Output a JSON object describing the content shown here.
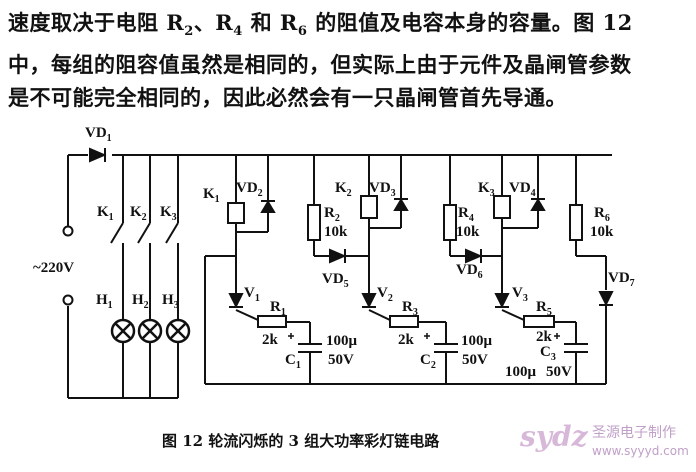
{
  "text": {
    "line1_a": "速度取决于电阻 R",
    "line1_b": "2",
    "line1_c": "、R",
    "line1_d": "4",
    "line1_e": " 和 R",
    "line1_f": "6",
    "line1_g": " 的阻值及电容本身的容量。图 12",
    "line2": "中，每组的阻容值虽然是相同的，但实际上由于元件及晶闸管参数",
    "line3": "是不可能完全相同的，因此必然会有一只晶闸管首先导通。"
  },
  "caption": "图 12   轮流闪烁的 3 组大功率彩灯链电路",
  "watermark": {
    "logo": "sydz",
    "line1": "圣源电子制作",
    "line2": "www.syyyd.com"
  },
  "labels": {
    "vd1": "VD",
    "vd1s": "1",
    "k1": "K",
    "k1s": "1",
    "k2": "K",
    "k2s": "2",
    "k3": "K",
    "k3s": "3",
    "ac": "~220V",
    "h1": "H",
    "h1s": "1",
    "h2": "H",
    "h2s": "2",
    "h3": "H",
    "h3s": "3",
    "relay1": "K",
    "relay1s": "1",
    "vd2": "VD",
    "vd2s": "2",
    "v1": "V",
    "v1s": "1",
    "r1": "R",
    "r1s": "1",
    "r1v": "2k",
    "c1v": "100μ",
    "c1": "C",
    "c1s": "1",
    "c1volt": "50V",
    "relay2": "K",
    "relay2s": "2",
    "vd3": "VD",
    "vd3s": "3",
    "r2": "R",
    "r2s": "2",
    "r2v": "10k",
    "vd5": "VD",
    "vd5s": "5",
    "v2": "V",
    "v2s": "2",
    "r3": "R",
    "r3s": "3",
    "r3v": "2k",
    "c2v": "100μ",
    "c2": "C",
    "c2s": "2",
    "c2volt": "50V",
    "r4": "R",
    "r4s": "4",
    "r4v": "10k",
    "relay3": "K",
    "relay3s": "3",
    "vd4": "VD",
    "vd4s": "4",
    "vd6": "VD",
    "vd6s": "6",
    "v3": "V",
    "v3s": "3",
    "r5": "R",
    "r5s": "5",
    "r5v": "2k",
    "c3": "C",
    "c3s": "3",
    "c3v": "100μ",
    "c3volt": "50V",
    "r6": "R",
    "r6s": "6",
    "r6v": "10k",
    "vd7": "VD",
    "vd7s": "7"
  }
}
